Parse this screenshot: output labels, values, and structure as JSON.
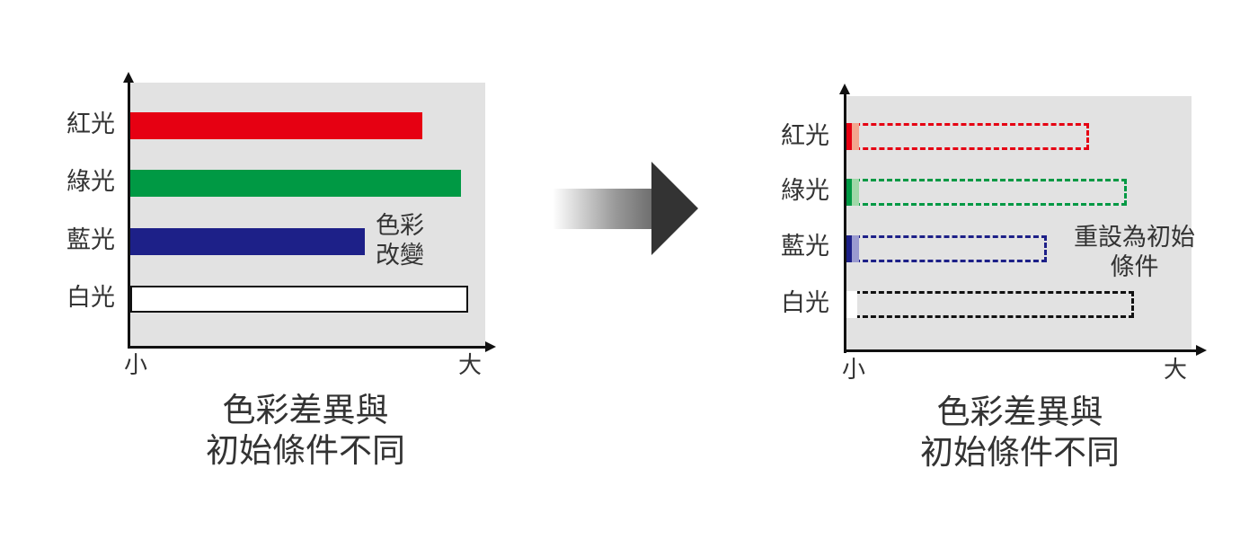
{
  "left_panel": {
    "bars": [
      {
        "label": "紅光",
        "color": "#e60012",
        "level": 0.82,
        "style": "filled"
      },
      {
        "label": "綠光",
        "color": "#009944",
        "level": 0.93,
        "style": "filled"
      },
      {
        "label": "藍光",
        "color": "#1d2088",
        "level": 0.66,
        "style": "filled"
      },
      {
        "label": "白光",
        "color": "#ffffff",
        "level": 0.95,
        "style": "outlined"
      }
    ],
    "axis_min_label": "小",
    "axis_max_label": "大",
    "annotation": [
      "色彩",
      "改變"
    ],
    "caption": [
      "色彩差異與",
      "初始條件不同"
    ]
  },
  "right_panel": {
    "bars": [
      {
        "label": "紅光",
        "color": "#e60012",
        "level": 0.7,
        "style": "dashed"
      },
      {
        "label": "綠光",
        "color": "#009944",
        "level": 0.81,
        "style": "dashed"
      },
      {
        "label": "藍光",
        "color": "#1d2088",
        "level": 0.58,
        "style": "dashed"
      },
      {
        "label": "白光",
        "color": "#111111",
        "level": 0.83,
        "style": "dashed"
      }
    ],
    "axis_min_label": "小",
    "axis_max_label": "大",
    "annotation": [
      "重設為初始",
      "條件"
    ],
    "caption": [
      "色彩差異與",
      "初始條件不同"
    ]
  }
}
